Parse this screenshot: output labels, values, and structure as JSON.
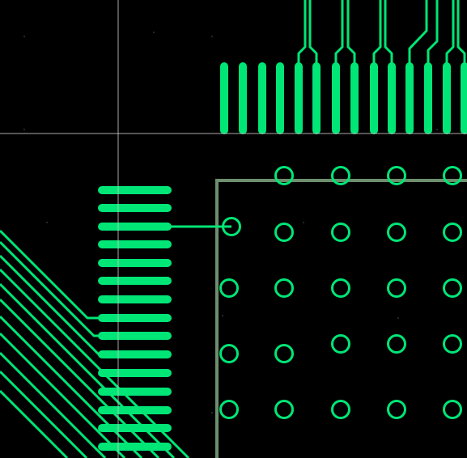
{
  "view": {
    "title": "",
    "colors": {
      "background": "#000000",
      "copper": "#00e676",
      "outline": "#6d8f6d",
      "crosshair": "#c8c8c8"
    }
  },
  "board": {
    "top_pads_count": 14,
    "left_pads_count": 15,
    "via_grid": {
      "rows": 5,
      "cols": 5
    },
    "diagonal_traces_count": 11
  }
}
